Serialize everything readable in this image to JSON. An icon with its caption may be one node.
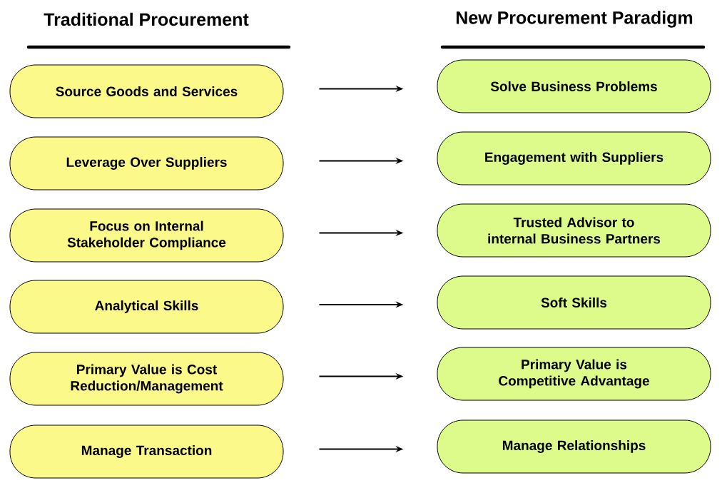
{
  "diagram": {
    "nodes": [
      {
        "text": [
          "Source Goods and Services"
        ]
      },
      {
        "text": [
          "Leverage Over Suppliers"
        ]
      },
      {
        "text": [
          "Focus on Internal Stakeholder Compliance"
        ]
      },
      {
        "text": [
          "Analytical Skills"
        ]
      },
      {
        "text": [
          "Primary Value is Cost Reduction/Management"
        ]
      },
      {
        "text": [
          "Manage Transaction"
        ]
      },
      {
        "text": [
          "Solve Business Problems"
        ]
      },
      {
        "text": [
          "Engagement with Suppliers"
        ]
      },
      {
        "text": [
          "Trusted Advisor to internal Business Partners"
        ]
      },
      {
        "text": [
          "Soft Skills"
        ]
      },
      {
        "text": [
          "Primary Value is Competitive Advantage"
        ]
      },
      {
        "text": [
          "Manage Relationships"
        ]
      }
    ],
    "edges": [
      {
        "from": 0,
        "to": 6,
        "arrow": "to"
      },
      {
        "from": 1,
        "to": 7,
        "arrow": "to"
      },
      {
        "from": 2,
        "to": 8,
        "arrow": "to"
      },
      {
        "from": 3,
        "to": 9,
        "arrow": "to"
      },
      {
        "from": 4,
        "to": 10,
        "arrow": "to"
      },
      {
        "from": 5,
        "to": 11,
        "arrow": "to"
      }
    ],
    "labels": [
      "Traditional Procurement",
      "New Procurement Paradigm"
    ]
  }
}
